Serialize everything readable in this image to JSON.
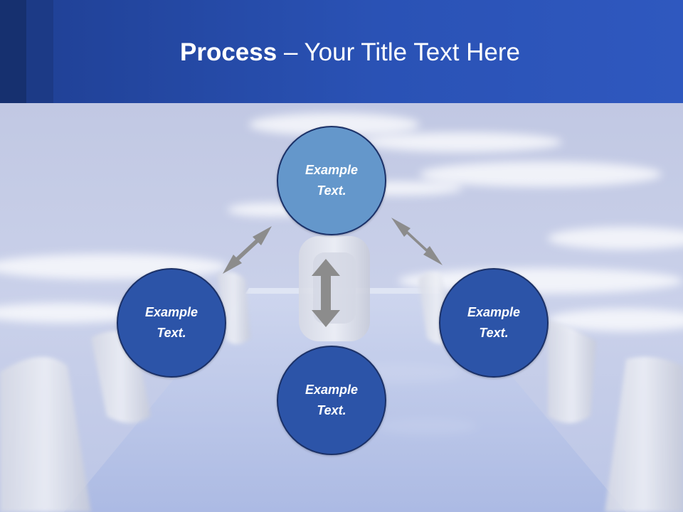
{
  "title": {
    "strong": "Process",
    "rest": " – Your Title Text Here"
  },
  "nodes": {
    "top": "Example\nText.",
    "left": "Example\nText.",
    "right": "Example\nText.",
    "bottom": "Example\nText."
  },
  "colors": {
    "header": "#2a52b5",
    "node_highlight": "#6497cb",
    "node_default": "#2c54a8",
    "arrow": "#8c8c8c"
  }
}
